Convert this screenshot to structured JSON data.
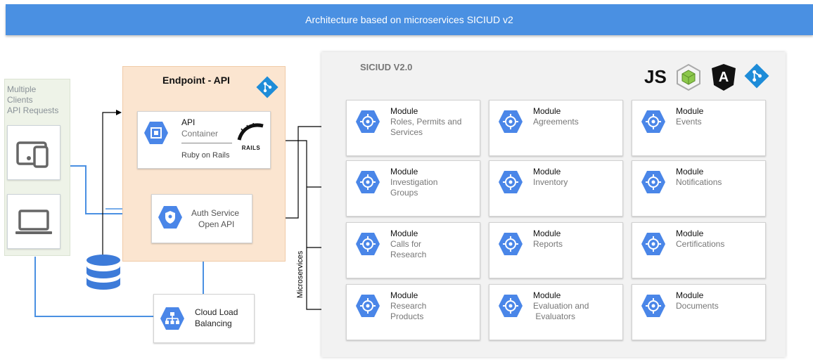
{
  "header": {
    "title": "Architecture based on microservices SICIUD v2"
  },
  "clients": {
    "label_lines": [
      "Multiple",
      "Clients",
      "API Requests"
    ]
  },
  "endpoint": {
    "title": "Endpoint - API",
    "api_container": {
      "title": "API",
      "subtitle": "Container",
      "framework": "Ruby on Rails",
      "rails_logo": "RAILS"
    },
    "auth": {
      "line1": "Auth Service",
      "line2": "Open API"
    }
  },
  "load_balancer": {
    "line1": "Cloud Load",
    "line2": "Balancing"
  },
  "microservices_label": "Microservices",
  "siciud": {
    "title": "SICIUD V2.0",
    "logos": {
      "js": "JS",
      "angular": "A"
    },
    "modules": [
      {
        "title": "Module",
        "desc": [
          "Roles, Permits and",
          "Services"
        ]
      },
      {
        "title": "Module",
        "desc": [
          "Agreements"
        ]
      },
      {
        "title": "Module",
        "desc": [
          "Events"
        ]
      },
      {
        "title": "Module",
        "desc": [
          "Investigation",
          "Groups"
        ]
      },
      {
        "title": "Module",
        "desc": [
          "Inventory"
        ]
      },
      {
        "title": "Module",
        "desc": [
          "Notifications"
        ]
      },
      {
        "title": "Module",
        "desc": [
          "Calls for",
          "Research"
        ]
      },
      {
        "title": "Module",
        "desc": [
          "Reports"
        ]
      },
      {
        "title": "Module",
        "desc": [
          "Certifications"
        ]
      },
      {
        "title": "Module",
        "desc": [
          "Research",
          "Products"
        ]
      },
      {
        "title": "Module",
        "desc": [
          "Evaluation and",
          " Evaluators"
        ]
      },
      {
        "title": "Module",
        "desc": [
          "Documents"
        ]
      }
    ]
  },
  "colors": {
    "accent": "#4a90e2",
    "hex_blue": "#4a86e8",
    "endpoint_bg": "#fbe5d0",
    "clients_bg": "#eef3e8",
    "git_blue": "#1e8cd8"
  }
}
